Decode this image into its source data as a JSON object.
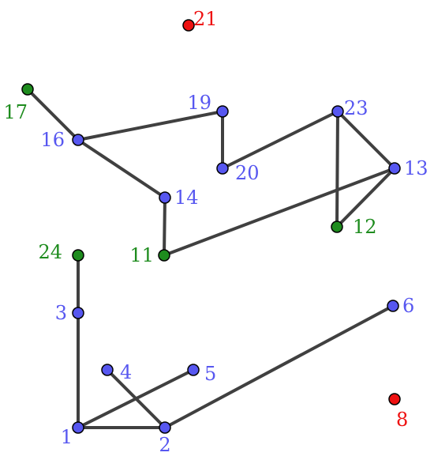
{
  "colors": {
    "blue": "#5757f0",
    "green": "#1e8c1e",
    "red": "#ee1111",
    "edge": "#404040"
  },
  "nodes": [
    {
      "id": "1",
      "label": "1",
      "color": "blue"
    },
    {
      "id": "2",
      "label": "2",
      "color": "blue"
    },
    {
      "id": "3",
      "label": "3",
      "color": "blue"
    },
    {
      "id": "4",
      "label": "4",
      "color": "blue"
    },
    {
      "id": "5",
      "label": "5",
      "color": "blue"
    },
    {
      "id": "6",
      "label": "6",
      "color": "blue"
    },
    {
      "id": "8",
      "label": "8",
      "color": "red"
    },
    {
      "id": "11",
      "label": "11",
      "color": "green"
    },
    {
      "id": "12",
      "label": "12",
      "color": "green"
    },
    {
      "id": "13",
      "label": "13",
      "color": "blue"
    },
    {
      "id": "14",
      "label": "14",
      "color": "blue"
    },
    {
      "id": "16",
      "label": "16",
      "color": "blue"
    },
    {
      "id": "17",
      "label": "17",
      "color": "green"
    },
    {
      "id": "19",
      "label": "19",
      "color": "blue"
    },
    {
      "id": "20",
      "label": "20",
      "color": "blue"
    },
    {
      "id": "21",
      "label": "21",
      "color": "red"
    },
    {
      "id": "23",
      "label": "23",
      "color": "blue"
    },
    {
      "id": "24",
      "label": "24",
      "color": "green"
    }
  ],
  "edges": [
    [
      "17",
      "16"
    ],
    [
      "16",
      "19"
    ],
    [
      "16",
      "14"
    ],
    [
      "19",
      "20"
    ],
    [
      "20",
      "23"
    ],
    [
      "23",
      "13"
    ],
    [
      "23",
      "12"
    ],
    [
      "12",
      "13"
    ],
    [
      "13",
      "11"
    ],
    [
      "14",
      "11"
    ],
    [
      "24",
      "3"
    ],
    [
      "3",
      "1"
    ],
    [
      "1",
      "2"
    ],
    [
      "1",
      "5"
    ],
    [
      "4",
      "2"
    ],
    [
      "2",
      "6"
    ]
  ]
}
